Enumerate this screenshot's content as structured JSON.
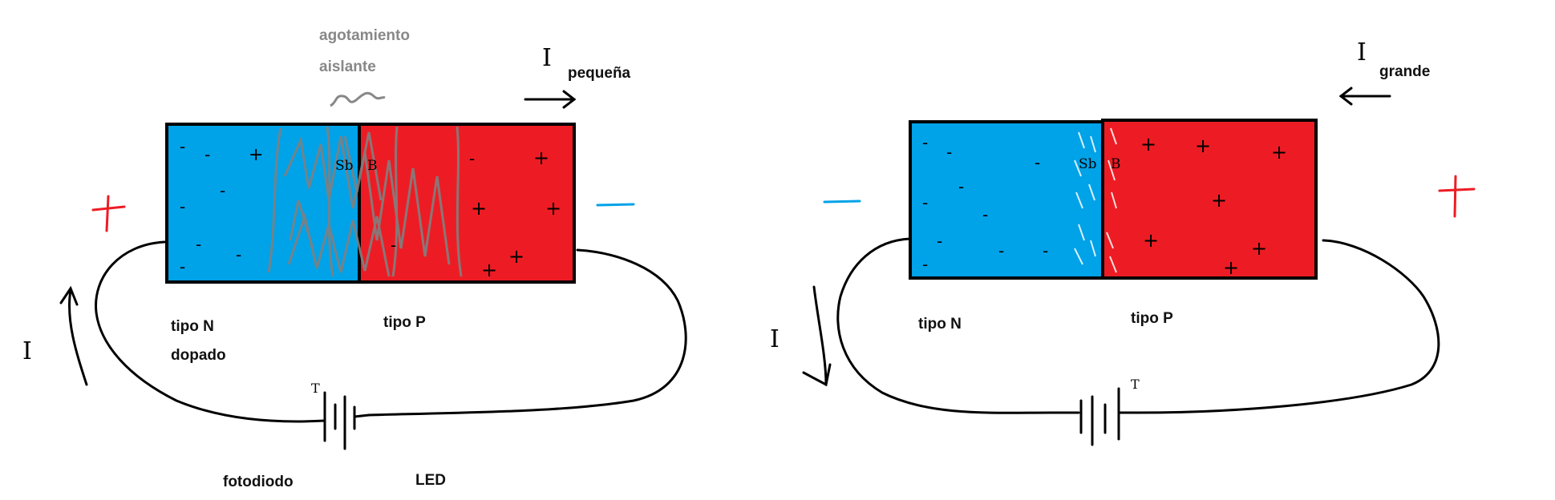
{
  "colors": {
    "n_region": "#00a2e8",
    "p_region": "#ed1c24",
    "outline": "#000000",
    "wire": "#000000",
    "depletion_hatch": "#808080",
    "plus_terminal": "#ed1c24",
    "minus_terminal": "#00a2e8",
    "depletion_label": "#888888"
  },
  "left_diagram": {
    "depletion_label_line1": "agotamiento",
    "depletion_label_line2": "aislante",
    "current_symbol": "I",
    "current_subscript": "pequeña",
    "n_dopant_label": "Sb",
    "p_dopant_label": "B",
    "n_type_label": "tipo N",
    "n_type_label2": "dopado",
    "p_type_label": "tipo P",
    "left_terminal_sign": "+",
    "right_terminal_sign": "−",
    "loop_current_symbol": "I",
    "bottom_left_label": "fotodiodo",
    "bottom_right_label": "LED",
    "battery_mark": "T"
  },
  "right_diagram": {
    "current_symbol": "I",
    "current_subscript": "grande",
    "n_dopant_label": "Sb",
    "p_dopant_label": "B",
    "n_type_label": "tipo N",
    "p_type_label": "tipo P",
    "left_terminal_sign": "−",
    "right_terminal_sign": "+",
    "loop_current_symbol": "I",
    "battery_mark": "T"
  },
  "charges": {
    "minus": "-",
    "plus": "+"
  }
}
